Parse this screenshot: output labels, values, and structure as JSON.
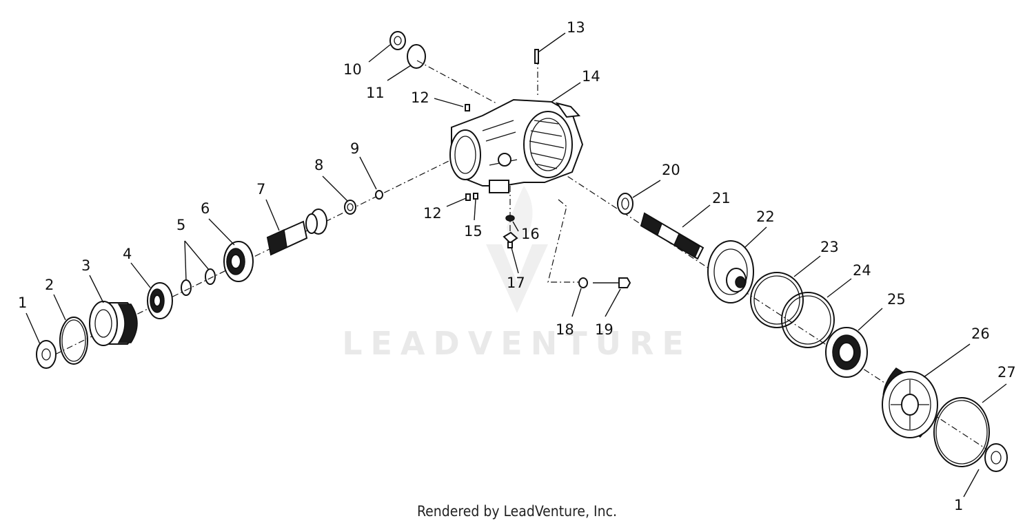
{
  "watermark": "LEADVENTURE",
  "credit": "Rendered by LeadVenture, Inc.",
  "callouts": {
    "c1a": "1",
    "c2": "2",
    "c3": "3",
    "c4": "4",
    "c5": "5",
    "c6": "6",
    "c7": "7",
    "c8": "8",
    "c9": "9",
    "c10": "10",
    "c11": "11",
    "c12a": "12",
    "c12b": "12",
    "c13": "13",
    "c14": "14",
    "c15": "15",
    "c16": "16",
    "c17": "17",
    "c18": "18",
    "c19": "19",
    "c20": "20",
    "c21": "21",
    "c22": "22",
    "c23": "23",
    "c24": "24",
    "c25": "25",
    "c26": "26",
    "c27": "27",
    "c1b": "1"
  }
}
